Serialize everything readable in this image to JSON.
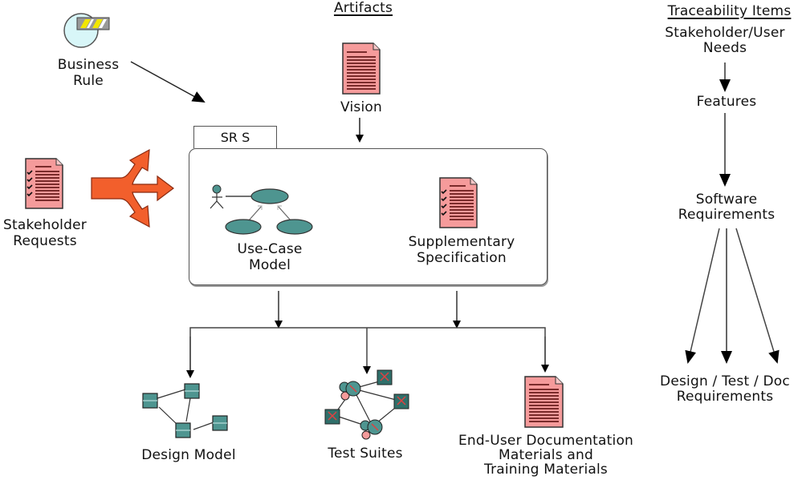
{
  "headers": {
    "artifacts": "Artifacts",
    "traceability": "Traceability Items"
  },
  "inputs": {
    "business_rule": [
      "Business",
      "Rule"
    ],
    "stakeholder_requests": [
      "Stakeholder",
      "Requests"
    ],
    "vision": "Vision"
  },
  "srs": {
    "tab_label": "SR S",
    "use_case_model": [
      "Use-Case",
      "Model"
    ],
    "supplementary_spec": [
      "Supplementary",
      "Specification"
    ]
  },
  "outputs": {
    "design_model": "Design Model",
    "test_suites": "Test Suites",
    "end_user_docs": [
      "End-User Documentation",
      "Materials and",
      "Training Materials"
    ]
  },
  "traceability": {
    "items": [
      [
        "Stakeholder/User",
        "Needs"
      ],
      [
        "Features"
      ],
      [
        "Software",
        "Requirements"
      ],
      [
        "Design / Test / Doc",
        "Requirements"
      ]
    ]
  },
  "colors": {
    "doc_fill": "#f59b9b",
    "doc_lines": "#7a2b2b",
    "teal": "#4e9590",
    "orange": "#f25f2c",
    "rule_circle": "#d8f6f8",
    "stripe_yellow": "#f2e600"
  }
}
